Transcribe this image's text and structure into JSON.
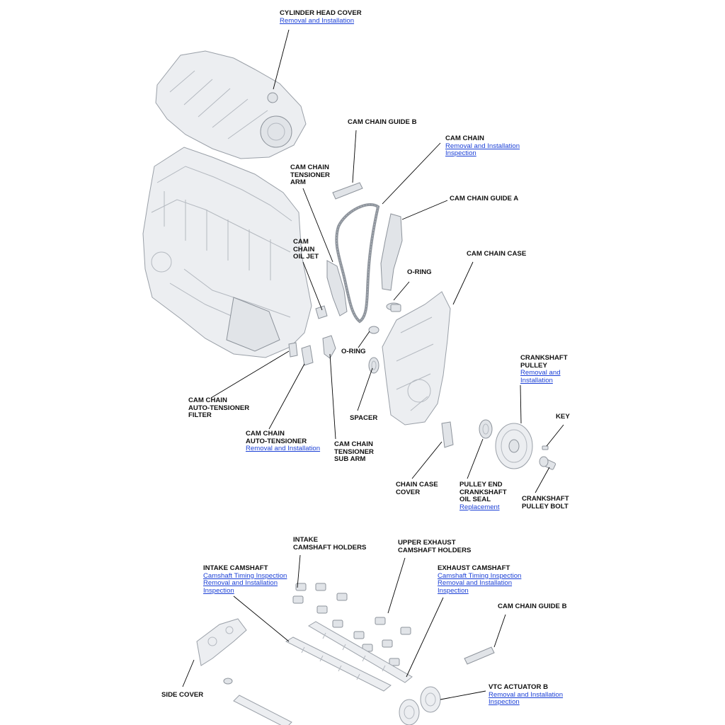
{
  "callouts": [
    {
      "id": "cylinder-head-cover",
      "title": "CYLINDER HEAD COVER",
      "links": [
        "Removal and Installation"
      ]
    },
    {
      "id": "cam-chain-guide-b-top",
      "title": "CAM CHAIN GUIDE B",
      "links": []
    },
    {
      "id": "cam-chain",
      "title": "CAM CHAIN",
      "links": [
        "Removal and Installation",
        "Inspection"
      ]
    },
    {
      "id": "cam-chain-tensioner-arm",
      "title": "CAM CHAIN\nTENSIONER\nARM",
      "links": []
    },
    {
      "id": "cam-chain-guide-a",
      "title": "CAM CHAIN GUIDE A",
      "links": []
    },
    {
      "id": "cam-chain-oil-jet",
      "title": "CAM\nCHAIN\nOIL JET",
      "links": []
    },
    {
      "id": "cam-chain-case",
      "title": "CAM CHAIN CASE",
      "links": []
    },
    {
      "id": "o-ring-upper",
      "title": "O-RING",
      "links": []
    },
    {
      "id": "o-ring-lower",
      "title": "O-RING",
      "links": []
    },
    {
      "id": "crankshaft-pulley",
      "title": "CRANKSHAFT\nPULLEY",
      "links": [
        "Removal and",
        "Installation"
      ]
    },
    {
      "id": "cam-chain-auto-tensioner-filter",
      "title": "CAM CHAIN\nAUTO-TENSIONER\nFILTER",
      "links": []
    },
    {
      "id": "spacer",
      "title": "SPACER",
      "links": []
    },
    {
      "id": "key",
      "title": "KEY",
      "links": []
    },
    {
      "id": "cam-chain-auto-tensioner",
      "title": "CAM CHAIN\nAUTO-TENSIONER",
      "links": [
        "Removal and Installation"
      ]
    },
    {
      "id": "cam-chain-tensioner-sub-arm",
      "title": "CAM CHAIN\nTENSIONER\nSUB ARM",
      "links": []
    },
    {
      "id": "chain-case-cover",
      "title": "CHAIN CASE\nCOVER",
      "links": []
    },
    {
      "id": "pulley-end-crankshaft-oil-seal",
      "title": "PULLEY END\nCRANKSHAFT\nOIL SEAL",
      "links": [
        "Replacement"
      ]
    },
    {
      "id": "crankshaft-pulley-bolt",
      "title": "CRANKSHAFT\nPULLEY BOLT",
      "links": []
    },
    {
      "id": "intake-camshaft-holders",
      "title": "INTAKE\nCAMSHAFT HOLDERS",
      "links": []
    },
    {
      "id": "upper-exhaust-camshaft-holders",
      "title": "UPPER EXHAUST\nCAMSHAFT HOLDERS",
      "links": []
    },
    {
      "id": "intake-camshaft",
      "title": "INTAKE CAMSHAFT",
      "links": [
        "Camshaft Timing Inspection",
        "Removal and Installation",
        "Inspection"
      ]
    },
    {
      "id": "exhaust-camshaft",
      "title": "EXHAUST CAMSHAFT",
      "links": [
        "Camshaft Timing Inspection",
        "Removal and Installation",
        "Inspection"
      ]
    },
    {
      "id": "cam-chain-guide-b-bottom",
      "title": "CAM CHAIN GUIDE B",
      "links": []
    },
    {
      "id": "side-cover",
      "title": "SIDE COVER",
      "links": []
    },
    {
      "id": "vtc-actuator-b",
      "title": "VTC ACTUATOR B",
      "links": [
        "Removal and Installation",
        "Inspection"
      ]
    }
  ]
}
